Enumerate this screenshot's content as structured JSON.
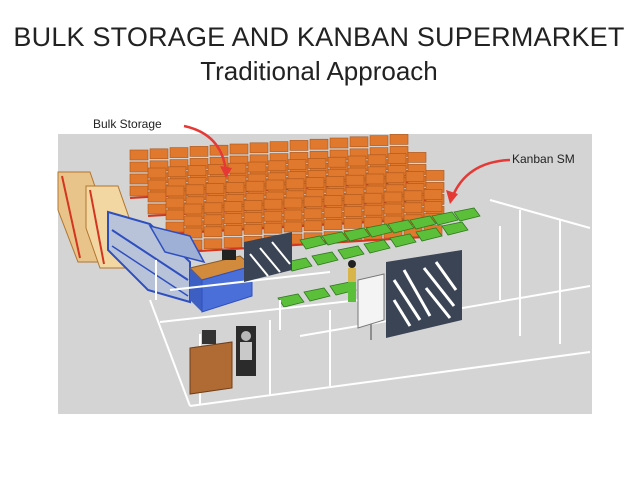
{
  "slide": {
    "title_line1": "BULK STORAGE AND KANBAN SUPERMARKET",
    "title_line2": "Traditional Approach"
  },
  "callouts": {
    "bulk_storage": "Bulk Storage",
    "kanban_sm": "Kanban SM"
  },
  "colors": {
    "arrow": "#e53935",
    "rack_box": "#e0782e",
    "rack_frame": "#d3351f",
    "kanban_bin": "#5cbf3a",
    "floor": "#d4d4d4",
    "fence": "#ffffff",
    "blue_rack": "#2e4fbf",
    "door": "#3a4454"
  }
}
